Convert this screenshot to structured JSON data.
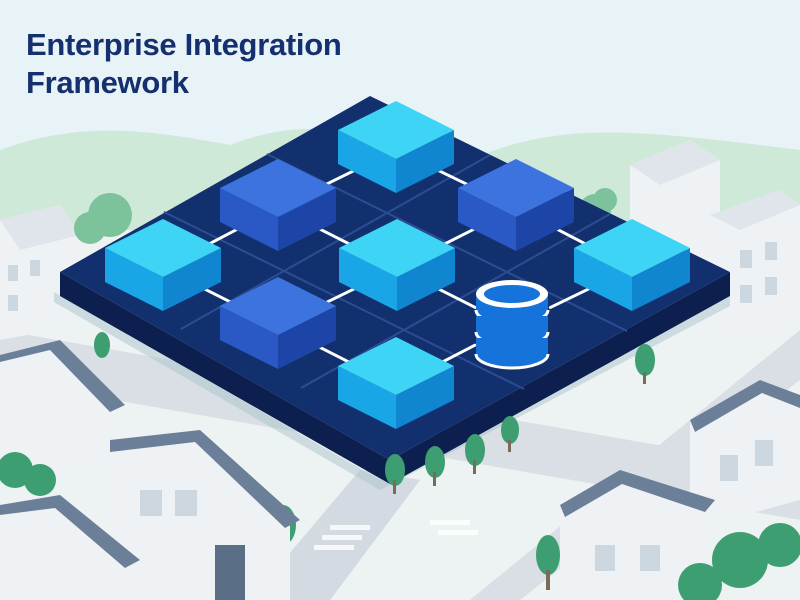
{
  "title": {
    "line1": "Enterprise Integration",
    "line2": "Framework"
  },
  "colors": {
    "sky": "#e8f3f7",
    "hills": "#c9e7d4",
    "road": "#d6dde3",
    "tree": "#3d9e72",
    "building_wall": "#eef2f5",
    "building_roof": "#6b7f98",
    "platform_top": "#13306e",
    "platform_edge": "#0c1f4f",
    "grid_line": "#2d4d92",
    "connector": "#ffffff",
    "cube_cyan_top": "#3ed4f5",
    "cube_cyan_left": "#1aa6e6",
    "cube_cyan_right": "#0f86cf",
    "cube_blue_top": "#3c73df",
    "cube_blue_left": "#2a58c4",
    "cube_blue_right": "#1d45a8",
    "database": "#1673db",
    "title_text": "#15306f"
  },
  "diagram": {
    "nodes": [
      {
        "id": "n1",
        "kind": "cube",
        "tone": "cyan"
      },
      {
        "id": "n2",
        "kind": "cube",
        "tone": "blue"
      },
      {
        "id": "n3",
        "kind": "cube",
        "tone": "blue"
      },
      {
        "id": "n4",
        "kind": "cube",
        "tone": "cyan"
      },
      {
        "id": "n5",
        "kind": "cube",
        "tone": "cyan"
      },
      {
        "id": "n6",
        "kind": "cube",
        "tone": "cyan"
      },
      {
        "id": "n7",
        "kind": "cube",
        "tone": "blue"
      },
      {
        "id": "n8",
        "kind": "database-icon",
        "tone": "blue"
      },
      {
        "id": "n9",
        "kind": "cube",
        "tone": "cyan"
      }
    ],
    "edges": [
      [
        "n1",
        "n2"
      ],
      [
        "n2",
        "n3"
      ],
      [
        "n1",
        "n4"
      ],
      [
        "n2",
        "n5"
      ],
      [
        "n3",
        "n6"
      ],
      [
        "n4",
        "n5"
      ],
      [
        "n5",
        "n6"
      ],
      [
        "n4",
        "n7"
      ],
      [
        "n5",
        "n8"
      ],
      [
        "n6",
        "n8"
      ],
      [
        "n7",
        "n9"
      ],
      [
        "n8",
        "n9"
      ]
    ]
  }
}
